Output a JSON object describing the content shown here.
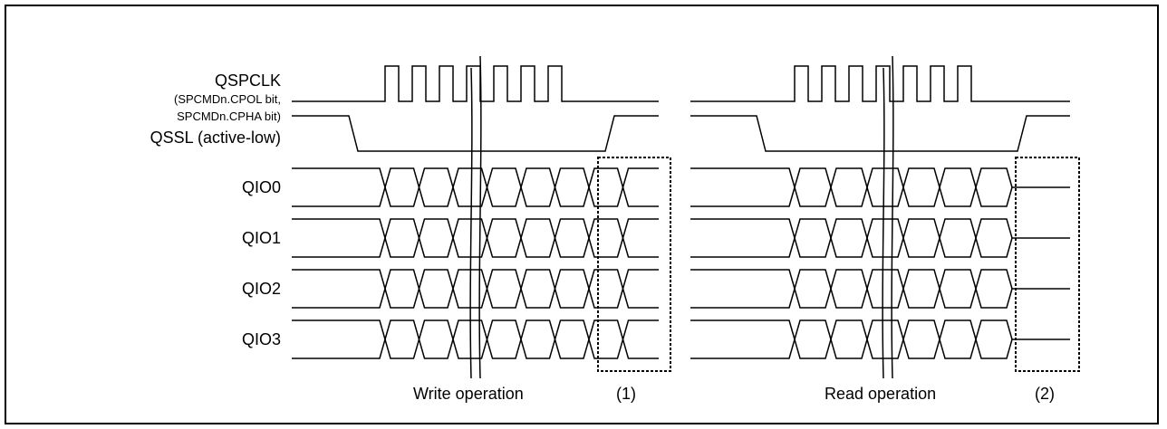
{
  "signals": {
    "clk_name": "QSPCLK",
    "clk_sub1": "(SPCMDn.CPOL bit,",
    "clk_sub2": "SPCMDn.CPHA bit)",
    "ssl": "QSSL (active-low)",
    "data": [
      "QIO0",
      "QIO1",
      "QIO2",
      "QIO3"
    ]
  },
  "operations": [
    {
      "label": "Write operation",
      "marker": "(1)"
    },
    {
      "label": "Read operation",
      "marker": "(2)"
    }
  ],
  "colors": {
    "line": "#000000",
    "background": "#ffffff"
  }
}
